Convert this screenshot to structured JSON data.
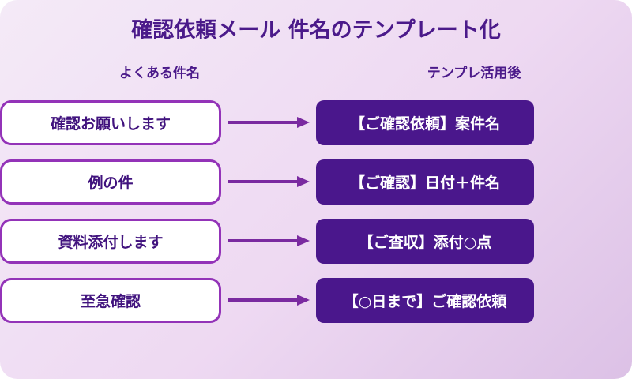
{
  "page": {
    "title": "確認依頼メール 件名のテンプレート化",
    "left_column_header": "よくある件名",
    "right_column_header": "テンプレ活用後"
  },
  "rows": [
    {
      "before": "確認お願いします",
      "after": "【ご確認依頼】案件名"
    },
    {
      "before": "例の件",
      "after": "【ご確認】日付＋件名"
    },
    {
      "before": "資料添付します",
      "after": "【ご査収】添付○点"
    },
    {
      "before": "至急確認",
      "after": "【○日まで】ご確認依頼"
    }
  ],
  "icons": {
    "right_arrow": "→"
  },
  "colors": {
    "bg_light": "#f4eaf7",
    "bg_mid": "#eed9f2",
    "bg_dark": "#dcc1e6",
    "title_purple": "#4b1a8a",
    "text_indigo": "#41137e",
    "border_purple": "#9333b8",
    "arrow_purple": "#7a2aa0",
    "deep_purple": "#4a178c",
    "box_white": "#ffffff"
  }
}
